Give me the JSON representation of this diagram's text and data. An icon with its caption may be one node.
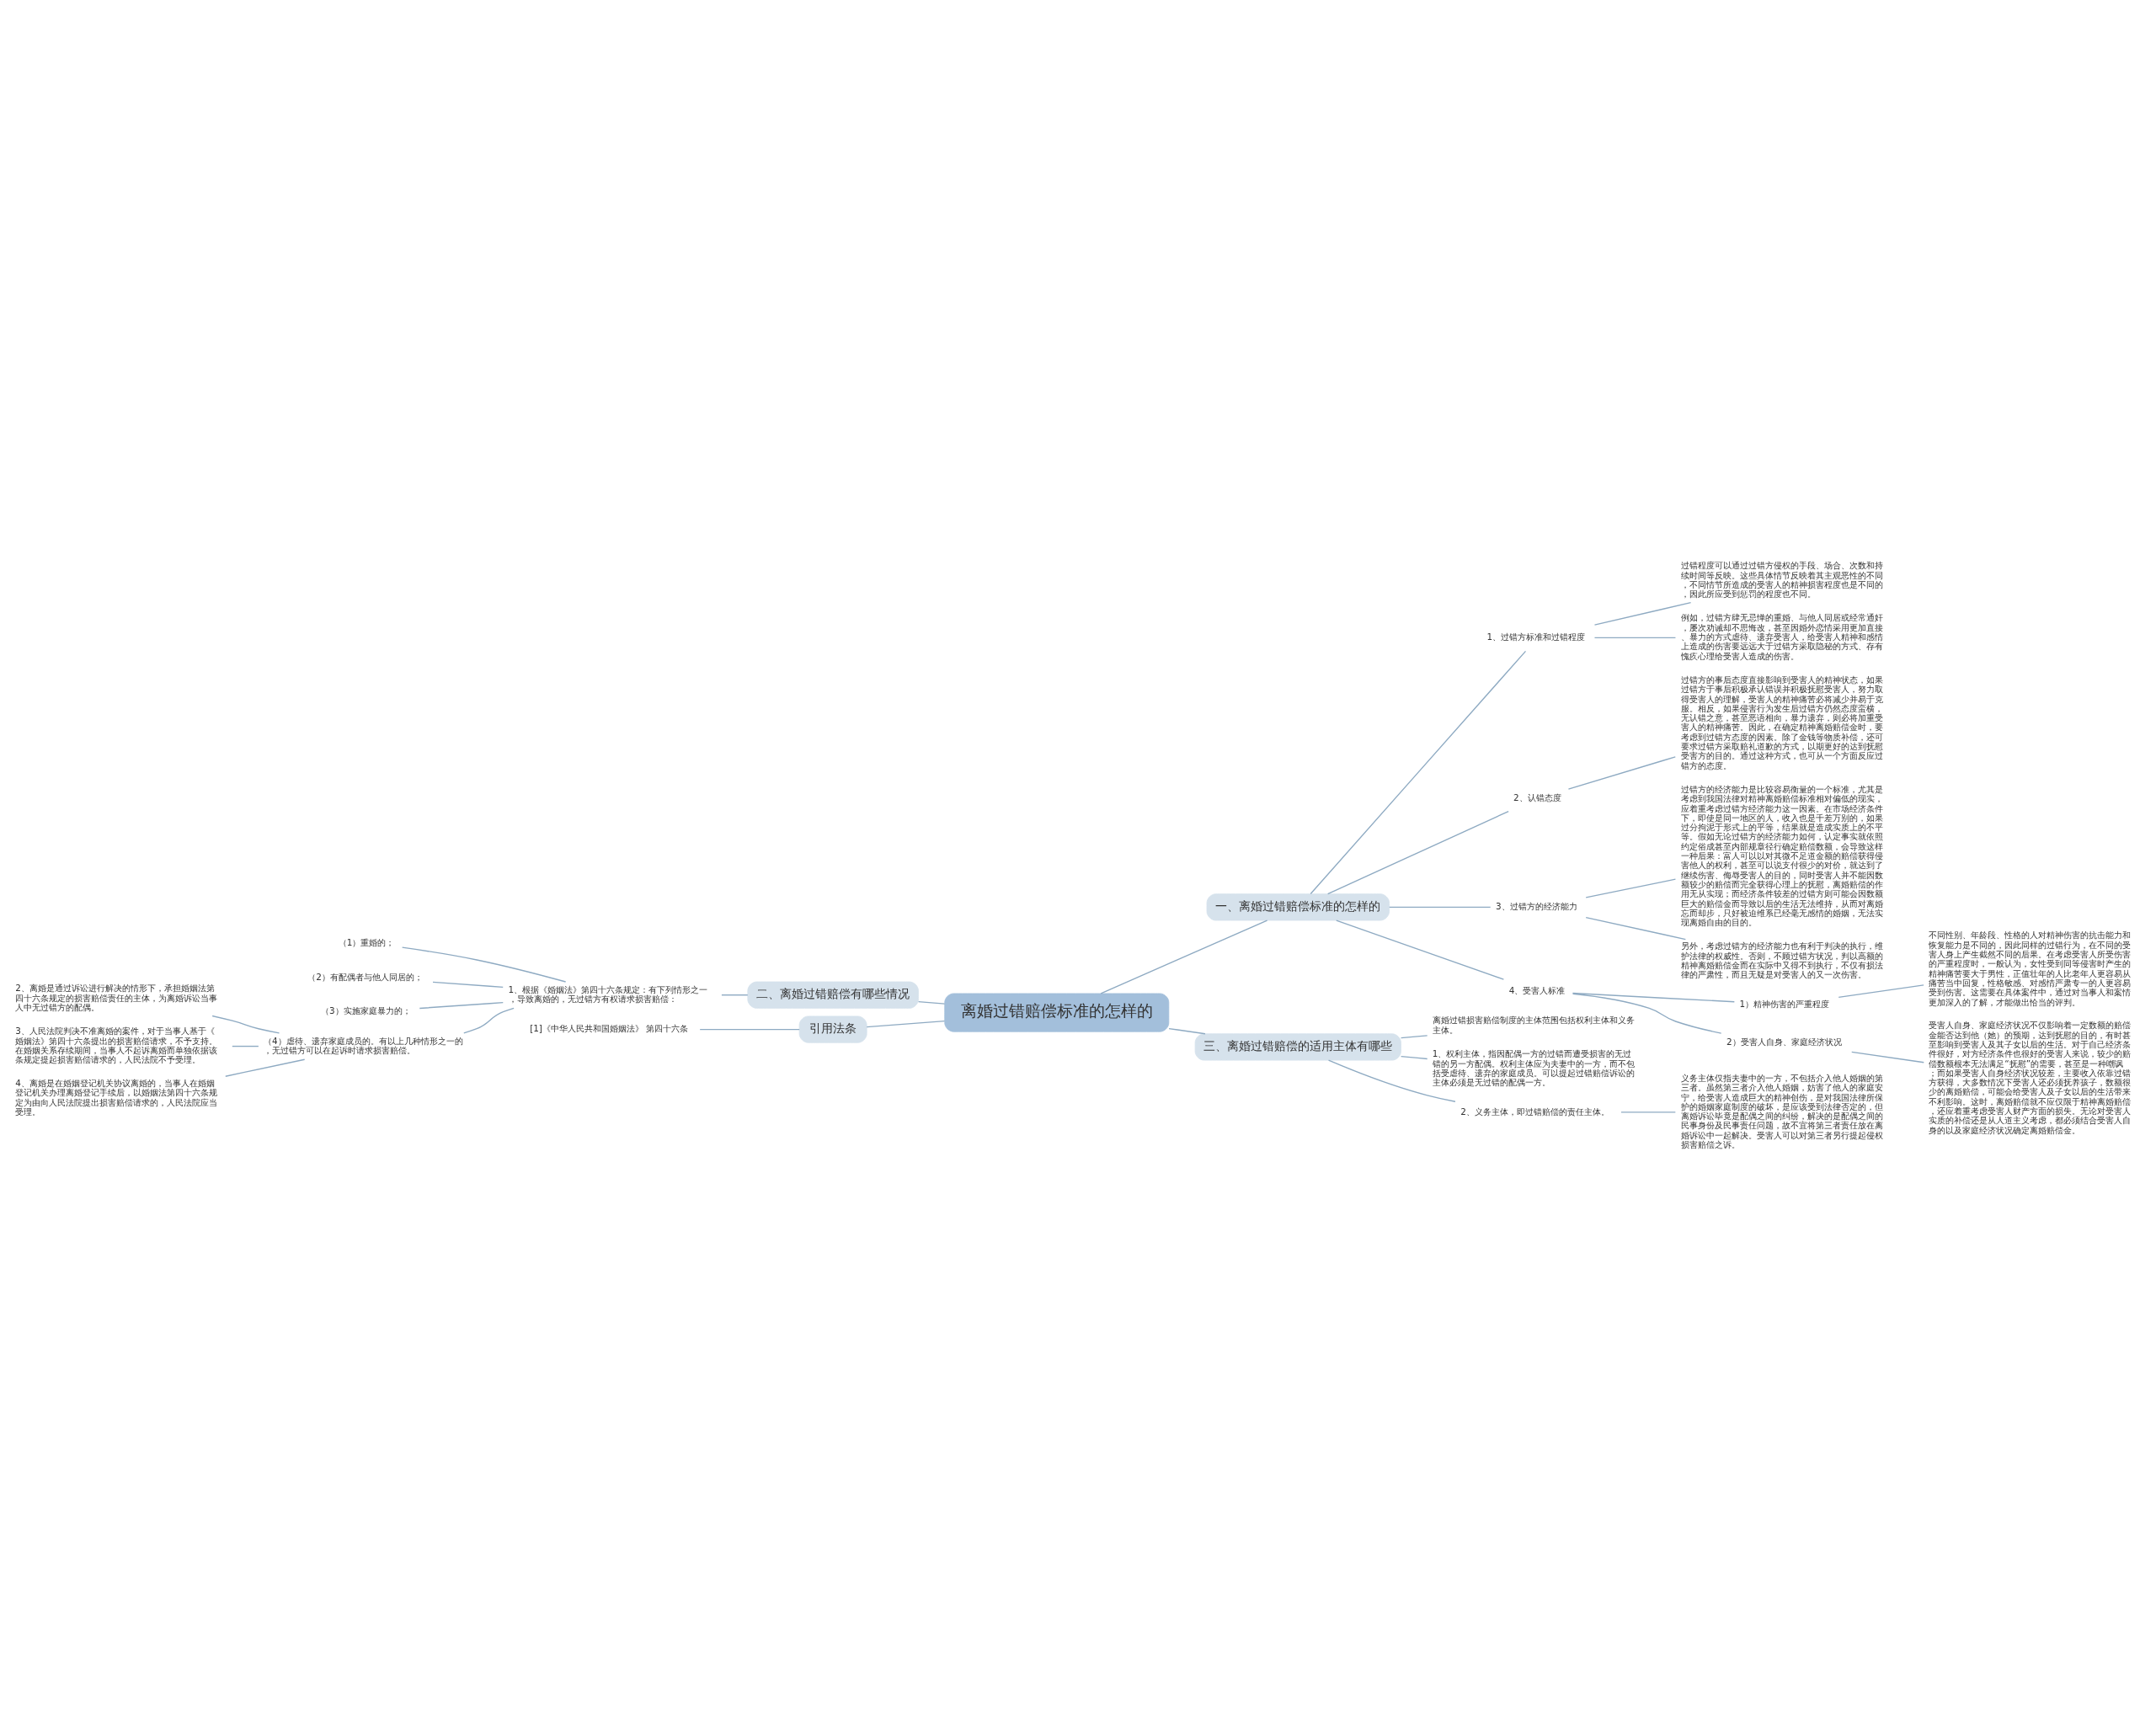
{
  "diagram": {
    "nodes": [
      {
        "text": [
          "离婚过错赔偿标准的怎样的"
        ]
      },
      {
        "text": [
          "一、离婚过错赔偿标准的怎样的"
        ]
      },
      {
        "text": [
          "1、过错方标准和过错程度"
        ]
      },
      {
        "text": [
          "过错程度可以通过过错方侵权的手段、场合、次数和持续时间等反映。这些具体情节反映着其主观恶性的不同，不同情节所造成的受害人的精神损害程度也是不同的，因此所应受到惩罚的程度也不同。"
        ]
      },
      {
        "text": [
          "例如，过错方肆无忌惮的重婚、与他人同居或经常通奸，屡次劝诫却不思悔改，甚至因婚外恋情采用更加直接、暴力的方式虐待、遗弃受害人，给受害人精神和感情上造成的伤害要远远大于过错方采取隐秘的方式、存有愧疚心理给受害人造成的伤害。"
        ]
      },
      {
        "text": [
          "2、认错态度"
        ]
      },
      {
        "text": [
          "过错方的事后态度直接影响到受害人的精神状态，如果过错方于事后积极承认错误并积极抚慰受害人，努力取得受害人的理解，受害人的精神痛苦必将减少并易于克服。相反，如果侵害行为发生后过错方仍然态度蛮横，无认错之意，甚至恶语相向，暴力遗弃，则必将加重受害人的精神痛苦。因此，在确定精神离婚赔偿金时，要考虑到过错方态度的因素。除了金钱等物质补偿，还可要求过错方采取赔礼道歉的方式，以期更好的达到抚慰受害方的目的。通过这种方式，也可从一个方面反应过错方的态度。"
        ]
      },
      {
        "text": [
          "3、过错方的经济能力"
        ]
      },
      {
        "text": [
          "过错方的经济能力是比较容易衡量的一个标准，尤其是考虑到我国法律对精神离婚赔偿标准相对偏低的现实，应着重考虑过错方经济能力这一因素。在市场经济条件下，即使是同一地区的人，收入也是千差万别的，如果过分拘泥于形式上的平等，结果就是造成实质上的不平等。假如无论过错方的经济能力如何，认定事实就依照约定俗成甚至内部规章径行确定赔偿数额，会导致这样一种后果：富人可以以对其微不足道金额的赔偿获得侵害他人的权利，甚至可以说支付很少的对价，就达到了继续伤害、侮辱受害人的目的，同时受害人并不能因数额较少的赔偿而完全获得心理上的抚慰，离婚赔偿的作用无从实现；而经济条件较差的过错方则可能会因数额巨大的赔偿金而导致以后的生活无法维持，从而对离婚忘而却步，只好被迫维系已经毫无感情的婚姻，无法实现离婚自由的目的。"
        ]
      },
      {
        "text": [
          "另外，考虑过错方的经济能力也有利于判决的执行，维护法律的权威性。否则，不顾过错方状况，判以高额的精神离婚赔偿金而在实际中又得不到执行，不仅有损法律的严肃性，而且无疑是对受害人的又一次伤害。"
        ]
      },
      {
        "text": [
          "4、受害人标准"
        ]
      },
      {
        "text": [
          "1）精神伤害的严重程度"
        ]
      },
      {
        "text": [
          "不同性别、年龄段、性格的人对精神伤害的抗击能力和恢复能力是不同的，因此同样的过错行为，在不同的受害人身上产生截然不同的后果。在考虑受害人所受伤害的严重程度时，一般认为，女性受到同等侵害时产生的精神痛苦要大于男性，正值壮年的人比老年人更容易从痛苦当中回复，性格敏感、对感情严肃专一的人更容易受到伤害。这需要在具体案件中，通过对当事人和案情更加深入的了解，才能做出恰当的评判。"
        ]
      },
      {
        "text": [
          "2）受害人自身、家庭经济状况"
        ]
      },
      {
        "text": [
          "受害人自身、家庭经济状况不仅影响着一定数额的赔偿金能否达到他（她）的预期，达到抚慰的目的，有时甚至影响到受害人及其子女以后的生活。对于自己经济条件很好，对方经济条件也很好的受害人来说，较少的赔偿数额根本无法满足“抚慰”的需要，甚至是一种嘲讽；而如果受害人自身经济状况较差，主要收入依靠过错方获得，大多数情况下受害人还必须抚养孩子，数额很少的离婚赔偿，可能会给受害人及子女以后的生活带来不利影响。这时，离婚赔偿就不应仅限于精神离婚赔偿，还应着重考虑受害人财产方面的损失。无论对受害人实质的补偿还是从人道主义考虑，都必须结合受害人自身的以及家庭经济状况确定离婚赔偿金。"
        ]
      },
      {
        "text": [
          "三、离婚过错赔偿的适用主体有哪些"
        ]
      },
      {
        "text": [
          "离婚过错损害赔偿制度的主体范围包括权利主体和义务主体。"
        ]
      },
      {
        "text": [
          "1、权利主体，指因配偶一方的过错而遭受损害的无过错的另一方配偶。权利主体应为夫妻中的一方，而不包括受虐待、遗弃的家庭成员。可以提起过错赔偿诉讼的主体必须是无过错的配偶一方。"
        ]
      },
      {
        "text": [
          "2、义务主体，即过错赔偿的责任主体。"
        ]
      },
      {
        "text": [
          "义务主体仅指夫妻中的一方，不包括介入他人婚姻的第三者。虽然第三者介入他人婚姻，妨害了他人的家庭安宁，给受害人造成巨大的精神创伤，是对我国法律所保护的婚姻家庭制度的破坏，是应该受到法律否定的，但离婚诉讼毕竟是配偶之间的纠纷，解决的是配偶之间的民事身份及民事责任问题，故不宜将第三者责任放在离婚诉讼中一起解决。受害人可以对第三者另行提起侵权损害赔偿之诉。"
        ]
      },
      {
        "text": [
          "二、离婚过错赔偿有哪些情况"
        ]
      },
      {
        "text": [
          "1、根据《婚姻法》第四十六条规定：有下列情形之一，导致离婚的，无过错方有权请求损害赔偿："
        ]
      },
      {
        "text": [
          "（1）重婚的；"
        ]
      },
      {
        "text": [
          "（2）有配偶者与他人同居的；"
        ]
      },
      {
        "text": [
          "（3）实施家庭暴力的；"
        ]
      },
      {
        "text": [
          "（4）虐待、遗弃家庭成员的。有以上几种情形之一的，无过错方可以在起诉时请求损害赔偿。"
        ]
      },
      {
        "text": [
          "2、离婚是通过诉讼进行解决的情形下，承担婚姻法第四十六条规定的损害赔偿责任的主体，为离婚诉讼当事人中无过错方的配偶。"
        ]
      },
      {
        "text": [
          "3、人民法院判决不准离婚的案件，对于当事人基于《婚姻法》第四十六条提出的损害赔偿请求，不予支持。在婚姻关系存续期间，当事人不起诉离婚而单独依据该条规定提起损害赔偿请求的，人民法院不予受理。"
        ]
      },
      {
        "text": [
          "4、离婚是在婚姻登记机关协议离婚的，当事人在婚姻登记机关办理离婚登记手续后，以婚姻法第四十六条规定为由向人民法院提出损害赔偿请求的，人民法院应当受理。"
        ]
      },
      {
        "text": [
          "引用法条"
        ]
      },
      {
        "text": [
          "[1]《中华人民共和国婚姻法》 第四十六条"
        ]
      }
    ],
    "edges": [
      {
        "from": 0,
        "to": 1,
        "arrow": "none"
      },
      {
        "from": 1,
        "to": 2,
        "arrow": "none"
      },
      {
        "from": 2,
        "to": 3,
        "arrow": "none"
      },
      {
        "from": 2,
        "to": 4,
        "arrow": "none"
      },
      {
        "from": 1,
        "to": 5,
        "arrow": "none"
      },
      {
        "from": 5,
        "to": 6,
        "arrow": "none"
      },
      {
        "from": 1,
        "to": 7,
        "arrow": "none"
      },
      {
        "from": 7,
        "to": 8,
        "arrow": "none"
      },
      {
        "from": 7,
        "to": 9,
        "arrow": "none"
      },
      {
        "from": 1,
        "to": 10,
        "arrow": "none"
      },
      {
        "from": 10,
        "to": 11,
        "arrow": "none"
      },
      {
        "from": 11,
        "to": 12,
        "arrow": "none"
      },
      {
        "from": 10,
        "to": 13,
        "arrow": "none"
      },
      {
        "from": 13,
        "to": 14,
        "arrow": "none"
      },
      {
        "from": 0,
        "to": 15,
        "arrow": "none"
      },
      {
        "from": 15,
        "to": 16,
        "arrow": "none"
      },
      {
        "from": 15,
        "to": 17,
        "arrow": "none"
      },
      {
        "from": 15,
        "to": 18,
        "arrow": "none"
      },
      {
        "from": 18,
        "to": 19,
        "arrow": "none"
      },
      {
        "from": 20,
        "to": 0,
        "arrow": "none"
      },
      {
        "from": 21,
        "to": 20,
        "arrow": "none"
      },
      {
        "from": 22,
        "to": 21,
        "arrow": "none"
      },
      {
        "from": 23,
        "to": 21,
        "arrow": "none"
      },
      {
        "from": 24,
        "to": 21,
        "arrow": "none"
      },
      {
        "from": 25,
        "to": 21,
        "arrow": "none"
      },
      {
        "from": 26,
        "to": 25,
        "arrow": "none"
      },
      {
        "from": 27,
        "to": 25,
        "arrow": "none"
      },
      {
        "from": 28,
        "to": 25,
        "arrow": "none"
      },
      {
        "from": 29,
        "to": 0,
        "arrow": "none"
      },
      {
        "from": 30,
        "to": 29,
        "arrow": "none"
      }
    ]
  }
}
